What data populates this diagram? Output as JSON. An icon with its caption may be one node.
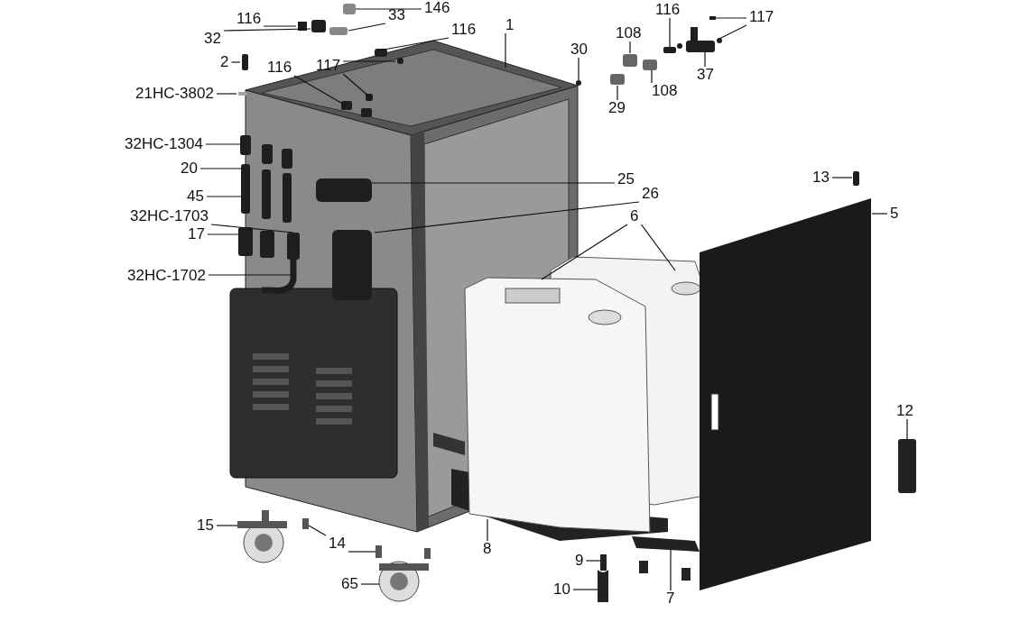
{
  "diagram": {
    "nodes": [
      {
        "text": [
          "146"
        ]
      },
      {
        "text": [
          "116"
        ]
      },
      {
        "text": [
          "33"
        ]
      },
      {
        "text": [
          "116"
        ]
      },
      {
        "text": [
          "1"
        ]
      },
      {
        "text": [
          "32"
        ]
      },
      {
        "text": [
          "117"
        ]
      },
      {
        "text": [
          "116"
        ]
      },
      {
        "text": [
          "2"
        ]
      },
      {
        "text": [
          "21HC-3802"
        ]
      },
      {
        "text": [
          "32HC-1304"
        ]
      },
      {
        "text": [
          "20"
        ]
      },
      {
        "text": [
          "45"
        ]
      },
      {
        "text": [
          "32HC-1703"
        ]
      },
      {
        "text": [
          "17"
        ]
      },
      {
        "text": [
          "32HC-1702"
        ]
      },
      {
        "text": [
          "116"
        ]
      },
      {
        "text": [
          "117"
        ]
      },
      {
        "text": [
          "108"
        ]
      },
      {
        "text": [
          "30"
        ]
      },
      {
        "text": [
          "37"
        ]
      },
      {
        "text": [
          "108"
        ]
      },
      {
        "text": [
          "29"
        ]
      },
      {
        "text": [
          "13"
        ]
      },
      {
        "text": [
          "25"
        ]
      },
      {
        "text": [
          "26"
        ]
      },
      {
        "text": [
          "5"
        ]
      },
      {
        "text": [
          "6"
        ]
      },
      {
        "text": [
          "12"
        ]
      },
      {
        "text": [
          "15"
        ]
      },
      {
        "text": [
          "14"
        ]
      },
      {
        "text": [
          "8"
        ]
      },
      {
        "text": [
          "9"
        ]
      },
      {
        "text": [
          "65"
        ]
      },
      {
        "text": [
          "10"
        ]
      },
      {
        "text": [
          "7"
        ]
      }
    ],
    "edges": [
      {
        "from": 0,
        "to": null,
        "arrow": "none"
      },
      {
        "from": 1,
        "to": null,
        "arrow": "none"
      },
      {
        "from": 2,
        "to": null,
        "arrow": "none"
      },
      {
        "from": 3,
        "to": null,
        "arrow": "none"
      },
      {
        "from": 4,
        "to": null,
        "arrow": "none"
      },
      {
        "from": 5,
        "to": null,
        "arrow": "none"
      },
      {
        "from": 6,
        "to": null,
        "arrow": "none"
      },
      {
        "from": 6,
        "to": null,
        "arrow": "none"
      },
      {
        "from": 7,
        "to": null,
        "arrow": "none"
      },
      {
        "from": 8,
        "to": null,
        "arrow": "none"
      },
      {
        "from": 9,
        "to": null,
        "arrow": "none"
      },
      {
        "from": 10,
        "to": null,
        "arrow": "none"
      },
      {
        "from": 11,
        "to": null,
        "arrow": "none"
      },
      {
        "from": 12,
        "to": null,
        "arrow": "none"
      },
      {
        "from": 13,
        "to": null,
        "arrow": "none"
      },
      {
        "from": 14,
        "to": null,
        "arrow": "none"
      },
      {
        "from": 15,
        "to": null,
        "arrow": "none"
      },
      {
        "from": 16,
        "to": null,
        "arrow": "none"
      },
      {
        "from": 17,
        "to": null,
        "arrow": "none"
      },
      {
        "from": 17,
        "to": null,
        "arrow": "none"
      },
      {
        "from": 18,
        "to": null,
        "arrow": "none"
      },
      {
        "from": 19,
        "to": null,
        "arrow": "none"
      },
      {
        "from": 20,
        "to": null,
        "arrow": "none"
      },
      {
        "from": 21,
        "to": null,
        "arrow": "none"
      },
      {
        "from": 22,
        "to": null,
        "arrow": "none"
      },
      {
        "from": 23,
        "to": null,
        "arrow": "none"
      },
      {
        "from": 24,
        "to": null,
        "arrow": "none"
      },
      {
        "from": 25,
        "to": null,
        "arrow": "none"
      },
      {
        "from": 26,
        "to": null,
        "arrow": "none"
      },
      {
        "from": 27,
        "to": null,
        "arrow": "none"
      },
      {
        "from": 27,
        "to": null,
        "arrow": "none"
      },
      {
        "from": 28,
        "to": null,
        "arrow": "none"
      },
      {
        "from": 29,
        "to": null,
        "arrow": "none"
      },
      {
        "from": 30,
        "to": null,
        "arrow": "none"
      },
      {
        "from": 30,
        "to": null,
        "arrow": "none"
      },
      {
        "from": 31,
        "to": null,
        "arrow": "none"
      },
      {
        "from": 32,
        "to": null,
        "arrow": "none"
      },
      {
        "from": 33,
        "to": null,
        "arrow": "none"
      },
      {
        "from": 34,
        "to": null,
        "arrow": "none"
      },
      {
        "from": 35,
        "to": null,
        "arrow": "none"
      }
    ]
  }
}
